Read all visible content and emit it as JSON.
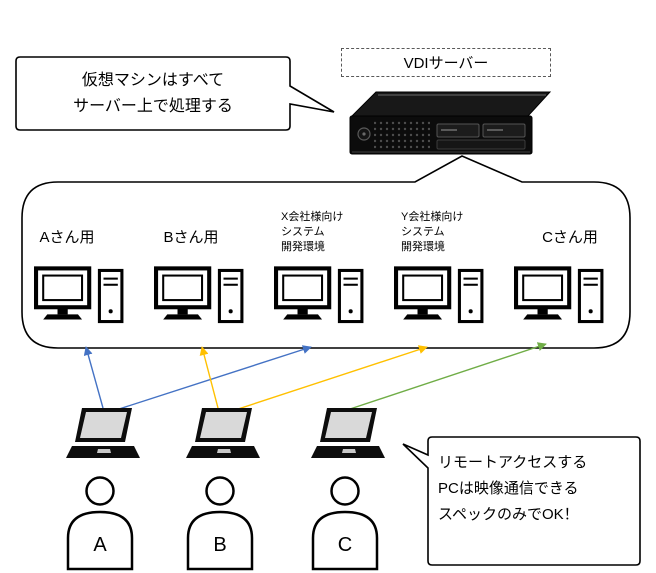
{
  "server": {
    "label": "VDIサーバー"
  },
  "callouts": {
    "top": {
      "lines": [
        "仮想マシンはすべて",
        "サーバー上で処理する"
      ]
    },
    "bottom": {
      "lines": [
        "リモートアクセスする",
        "PCは映像通信できる",
        "スペックのみでOK！"
      ]
    }
  },
  "vms": [
    {
      "label": "Aさん用"
    },
    {
      "label": "Bさん用"
    },
    {
      "lines": [
        "X会社様向け",
        "システム",
        "開発環境"
      ]
    },
    {
      "lines": [
        "Y会社様向け",
        "システム",
        "開発環境"
      ]
    },
    {
      "label": "Cさん用"
    }
  ],
  "users": [
    {
      "label": "A"
    },
    {
      "label": "B"
    },
    {
      "label": "C"
    }
  ],
  "connections": [
    {
      "from": "user-a-laptop",
      "to": "vm-a",
      "color": "#4472C4"
    },
    {
      "from": "user-a-laptop",
      "to": "vm-x-dev",
      "color": "#4472C4"
    },
    {
      "from": "user-b-laptop",
      "to": "vm-b",
      "color": "#FFC000"
    },
    {
      "from": "user-b-laptop",
      "to": "vm-y-dev",
      "color": "#FFC000"
    },
    {
      "from": "user-c-laptop",
      "to": "vm-c",
      "color": "#70AD47"
    }
  ],
  "icons": {
    "server": "rack-server-icon",
    "vm": "desktop-pc-icon",
    "client": "laptop-icon",
    "user": "person-icon"
  }
}
